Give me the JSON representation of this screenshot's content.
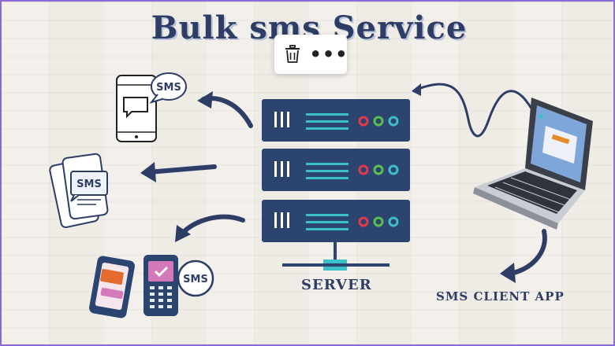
{
  "title": "Bulk sms Service",
  "toolbar": {
    "delete_icon": "trash-icon",
    "more_icon": "more-horizontal-icon",
    "more_glyph": "•••"
  },
  "labels": {
    "server": "SERVER",
    "client": "SMS CLIENT APP"
  },
  "badges": {
    "phone_top": "SMS",
    "phone_middle": "SMS",
    "pos_terminal": "SMS"
  },
  "colors": {
    "navy": "#2e3d66",
    "server_body": "#2c4470",
    "teal": "#3bbfc9",
    "red_led": "#e2384b",
    "green_led": "#5cbf4a",
    "frame": "#8a6ad6"
  }
}
